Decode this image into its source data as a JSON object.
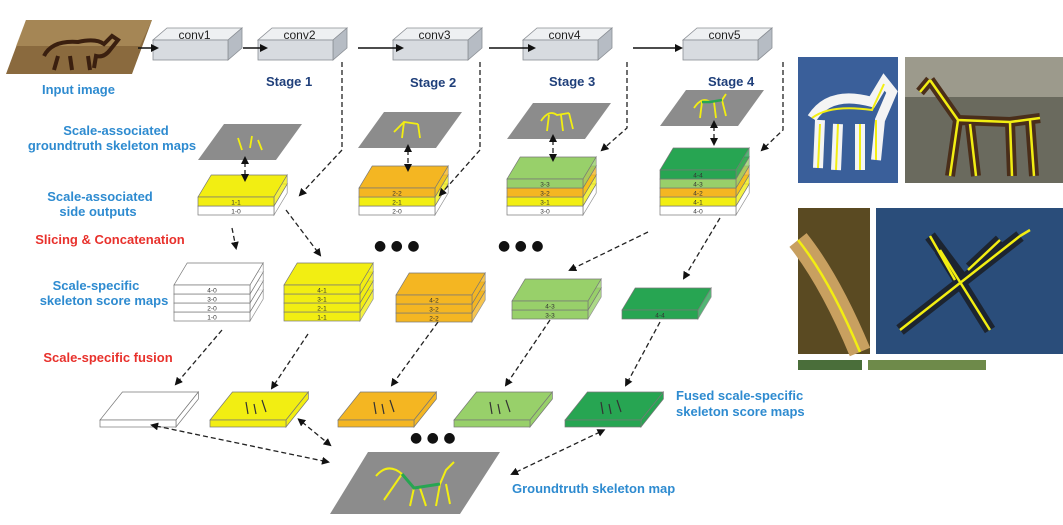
{
  "convs": [
    "conv1",
    "conv2",
    "conv3",
    "conv4",
    "conv5"
  ],
  "stages": [
    "Stage 1",
    "Stage 2",
    "Stage 3",
    "Stage 4"
  ],
  "labels": {
    "input_image": "Input image",
    "gt_maps_line1": "Scale-associated",
    "gt_maps_line2": "groundtruth skeleton maps",
    "side_outputs_line1": "Scale-associated",
    "side_outputs_line2": "side outputs",
    "slicing": "Slicing & Concatenation",
    "score_maps_line1": "Scale-specific",
    "score_maps_line2": "skeleton score maps",
    "fusion": "Scale-specific fusion",
    "fused_line1": "Fused scale-specific",
    "fused_line2": "skeleton score maps",
    "gt_skeleton": "Groundtruth skeleton map"
  },
  "side_output_stacks": [
    [
      "1-1",
      "1-0"
    ],
    [
      "2-2",
      "2-1",
      "2-0"
    ],
    [
      "3-3",
      "3-2",
      "3-1",
      "3-0"
    ],
    [
      "4-4",
      "4-3",
      "4-2",
      "4-1",
      "4-0"
    ]
  ],
  "score_map_stacks": [
    [
      "4-0",
      "3-0",
      "2-0",
      "1-0"
    ],
    [
      "4-1",
      "3-1",
      "2-1",
      "1-1"
    ],
    [
      "4-2",
      "3-2",
      "2-2"
    ],
    [
      "4-3",
      "3-3"
    ],
    [
      "4-4"
    ]
  ],
  "ellipsis": "● ● ●",
  "colors": {
    "white_layer": "#ffffff",
    "yellow": "#f2ee12",
    "orange": "#f4b622",
    "light_green": "#98d06a",
    "green": "#27a552",
    "gray_map": "#8c8c8c",
    "conv_block": "#d7dbe0",
    "label_blue": "#2e8bd0",
    "label_red": "#e8312c",
    "label_dark": "#1f3f7a"
  }
}
